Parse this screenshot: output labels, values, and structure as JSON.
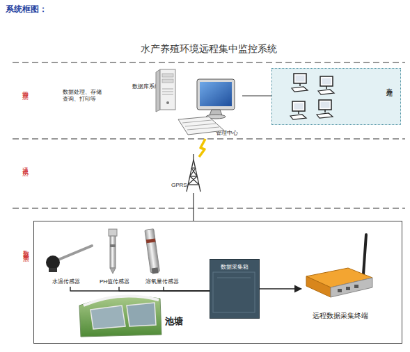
{
  "diagram": {
    "title": "水产养殖环境远程集中监控系统",
    "nodes": [
      {
        "text": [
          "数据库系统"
        ]
      },
      {
        "text": [
          "管理中心"
        ]
      },
      {
        "text": [
          "客户端"
        ]
      },
      {
        "text": [
          "GPRS"
        ]
      },
      {
        "text": [
          "数据采集层"
        ]
      },
      {
        "text": [
          "水温传感器"
        ],
        "in": 4
      },
      {
        "text": [
          "PH值传感器"
        ],
        "in": 4
      },
      {
        "text": [
          "溶氧量传感器"
        ],
        "in": 4
      },
      {
        "text": [
          "池塘"
        ],
        "in": 4
      },
      {
        "text": [
          "数据采集箱"
        ],
        "in": 4
      },
      {
        "text": [
          "远程数据采集终端"
        ],
        "in": 4
      }
    ],
    "edges": [
      {
        "from": 1,
        "to": 2,
        "arrow": "none"
      },
      {
        "from": 3,
        "to": 1,
        "arrow": "none"
      },
      {
        "from": 4,
        "to": 3,
        "arrow": "none"
      },
      {
        "from": 5,
        "to": 9,
        "arrow": "none"
      },
      {
        "from": 6,
        "to": 9,
        "arrow": "none"
      },
      {
        "from": 7,
        "to": 9,
        "arrow": "none"
      },
      {
        "from": 9,
        "to": 10,
        "arrow": "to"
      }
    ],
    "labels": [
      "系统框图：",
      "管理层",
      "数据处理、存储 查询、打印等",
      "通讯层"
    ]
  }
}
